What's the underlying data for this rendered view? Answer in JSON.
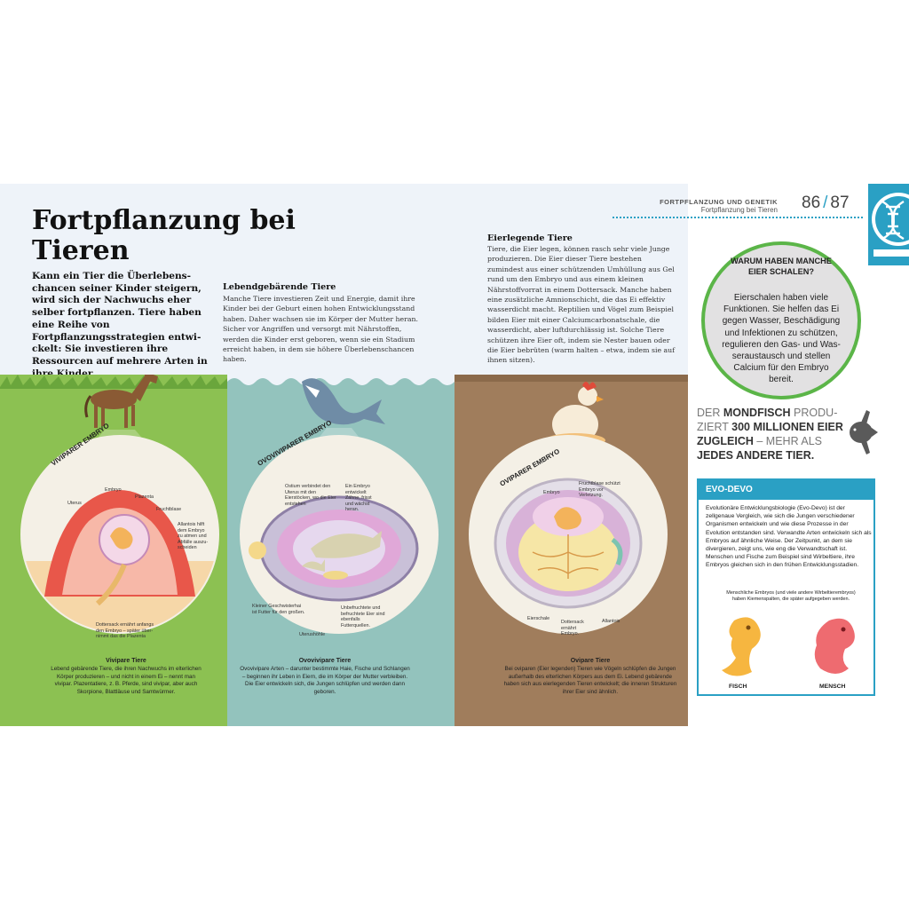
{
  "header": {
    "section": "FORTPFLANZUNG UND GENETIK",
    "subsection": "Fortpflanzung bei Tieren",
    "page_left": "86",
    "page_right": "87",
    "badge_icon": "dna-icon"
  },
  "title": "Fortpflanzung bei Tieren",
  "intro": "Kann ein Tier die Überlebens­chancen seiner Kinder steigern, wird sich der Nachwuchs eher selber fortpflanzen. Tiere haben eine Reihe von Fortpflanzungsstrategien entwi­ckelt: Sie investieren ihre Ressour­cen auf mehrere Arten in ihre Kinder.",
  "viviparous": {
    "heading": "Lebendgebärende Tiere",
    "body": "Manche Tiere investieren Zeit und Energie, damit ihre Kinder bei der Geburt einen hohen Entwicklungsstand haben. Daher wachsen sie im Körper der Mutter heran. Sicher vor Angriffen und versorgt mit Nährstoffen, werden die Kinder erst geboren, wenn sie ein Stadium erreicht haben, in dem sie höhere Überlebenschancen haben.",
    "arc_label": "VIVIPARER EMBRYO",
    "labels": {
      "uterus": "Uterus",
      "embryo": "Embryo",
      "placenta": "Plazenta",
      "fruchtblase": "Fruchtblase",
      "allantois": "Allantois hilft dem Embryo zu atmen und Abfälle auszu­scheiden",
      "dottersack": "Dottersack ernährt anfangs den Embryo – später über­nimmt das die Plazenta"
    },
    "caption_title": "Vivipare Tiere",
    "caption": "Lebend gebärende Tiere, die ihren Nachwuchs im elterlichen Körper produzieren – und nicht in einem Ei – nennt man vivipar. Plazentatiere, z. B. Pferde, sind vivi­par, aber auch Skorpione, Blattläuse und Samtwürmer."
  },
  "ovoviviparous": {
    "arc_label": "OVOVIVIPARER EMBRYO",
    "labels": {
      "ostium": "Ostium verbindet den Uterus mit den Eierstöcken, wo die Eier entstehen",
      "embryo_teeth": "Ein Embryo entwickelt Zähne, frisst und wächst heran.",
      "sibling": "Kleiner Geschwister­hai ist Futter für den großen.",
      "unfertilized": "Unbefruchtete und befruchtete Eier sind ebenfalls Futterquellen.",
      "uterushoehle": "Uterushöhle"
    },
    "caption_title": "Ovovivipare Tiere",
    "caption": "Ovovivipare Arten – darunter bestimmte Haie, Fische und Schlangen – beginnen ihr Leben in Eiern, die im Körper der Mutter verbleiben. Die Eier entwickeln sich, die Jun­gen schlüpfen und werden dann geboren."
  },
  "oviparous": {
    "heading": "Eierlegende Tiere",
    "body": "Tiere, die Eier legen, können rasch sehr viele Junge produzieren. Die Eier dieser Tiere bestehen zumindest aus einer schützenden Umhüllung aus Gel rund um den Embryo und aus einem kleinen Nährstoffvorrat in einem Dottersack. Manche haben eine zusätzliche Amnionschicht, die das Ei effektiv wasserdicht macht. Reptilien und Vögel zum Beispiel bilden Eier mit einer Calciumcarbonatschale, die wasserdicht, aber luft­durchlässig ist. Solche Tiere schützen ihre Eier oft, indem sie Nester bauen oder die Eier bebrüten (warm halten – etwa, indem sie auf ihnen sitzen).",
    "arc_label": "OVIPARER EMBRYO",
    "labels": {
      "embryo": "Embryo",
      "fruchtblase": "Fruchtblase schützt Embryo vor Verletzung.",
      "eierschale": "Eierschale",
      "dottersack": "Dottersack ernährt Embryo.",
      "allantois": "Allantois"
    },
    "caption_title": "Ovipare Tiere",
    "caption": "Bei oviparen (Eier legenden) Tieren wie Vögeln schlüpfen die Jungen außerhalb des elterlichen Körpers aus dem Ei. Lebend gebärende haben sich aus eierlegenden Tieren entwickelt; die inneren Strukturen ihrer Eier sind ähnlich."
  },
  "question": {
    "title": "WARUM HABEN MANCHE EIER SCHALEN?",
    "body": "Eierschalen haben viele Funktionen. Sie helfen das Ei gegen Wasser, Beschädigung und Infektionen zu schützen, regulieren den Gas- und Was­seraustausch und stellen Calcium für den Embryo bereit."
  },
  "fact": {
    "p1": "DER ",
    "b1": "MONDFISCH",
    "p2": " PRODU­ZIERT ",
    "b2": "300 MILLIONEN EIER ZUGLEICH",
    "p3": " – MEHR ALS ",
    "b3": "JEDES ANDERE TIER."
  },
  "evo": {
    "title": "EVO-DEVO",
    "body": "Evolutionäre Entwicklungsbiologie (Evo-Devo) ist der zellgenaue Vergleich, wie sich die Jungen verschiede­ner Organismen entwickeln und wie diese Prozesse in der Evolution entstanden sind. Verwandte Arten entwickeln sich als Embryos auf ähnliche Weise. Der Zeitpunkt, an dem sie divergieren, zeigt uns, wie eng die Verwandtschaft ist. Menschen und Fische zum Bei­spiel sind Wirbeltiere, ihre Embryos gleichen sich in den frühen Entwicklungsstadien.",
    "note": "Menschliche Embryos (und viele andere Wirbeltierembryos) haben Kiemenspal­ten, die später aufgegeben werden.",
    "fish_label": "FISCH",
    "human_label": "MENSCH"
  },
  "colors": {
    "accent_blue": "#2aa0c4",
    "bubble_green": "#5bb548",
    "grass_panel": "#8cc152",
    "teal_panel": "#93c3bd",
    "soil_panel": "#a07d5c"
  }
}
